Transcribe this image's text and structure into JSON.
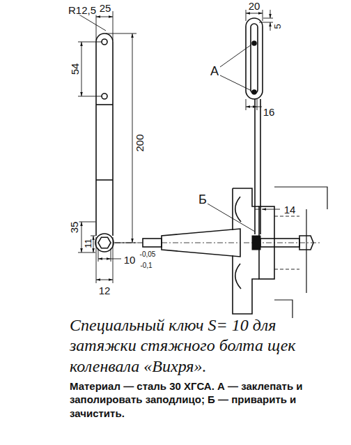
{
  "diagram": {
    "caption": "Специальный ключ S= 10 для затяжки стяжного болта щек коленвала «Вихря».",
    "labels": [
      "R12,5",
      "25",
      "54",
      "200",
      "35",
      "11",
      "10",
      "-0,05",
      "-0,1",
      "12",
      "20",
      "5",
      "А",
      "16",
      "Б",
      "14",
      "Материал — сталь 30 ХГСА. А — заклепать и заполировать заподлицо; Б — приварить и зачистить."
    ]
  }
}
